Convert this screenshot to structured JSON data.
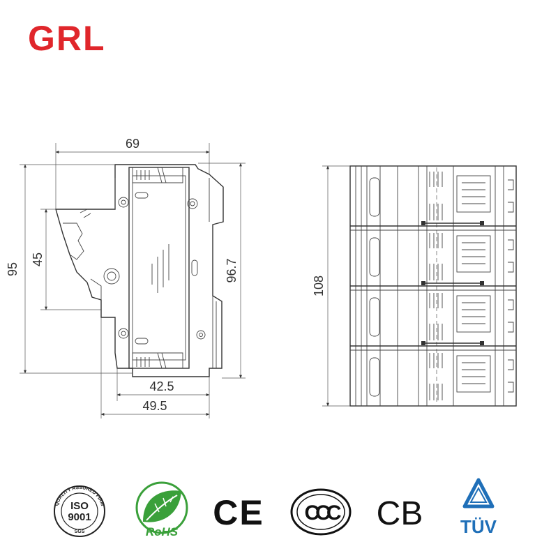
{
  "brand": {
    "name": "GRL",
    "color": "#e0262b"
  },
  "front_view": {
    "dim_width_top": "69",
    "dim_height_left": "95",
    "dim_height_inner": "45",
    "dim_height_right": "96.7",
    "dim_width_mid": "42.5",
    "dim_width_bottom": "49.5"
  },
  "side_view": {
    "dim_height": "108"
  },
  "certifications": [
    {
      "name": "ISO 9001",
      "icon": "iso9001-seal-icon",
      "lines": [
        "ISO",
        "9001"
      ],
      "ring": "QUALITY ASSURED FIRM",
      "sub": "SGS"
    },
    {
      "name": "RoHS",
      "icon": "rohs-leaf-icon",
      "text": "RoHS",
      "color": "#3aa03a"
    },
    {
      "name": "CE",
      "icon": "ce-mark-icon",
      "text": "CE"
    },
    {
      "name": "CCC",
      "icon": "ccc-mark-icon",
      "text": "CCC"
    },
    {
      "name": "CB",
      "icon": "cb-mark-icon",
      "text": "CB"
    },
    {
      "name": "TÜV",
      "icon": "tuv-triangle-icon",
      "text": "TÜV",
      "color": "#1f6fb8"
    }
  ]
}
